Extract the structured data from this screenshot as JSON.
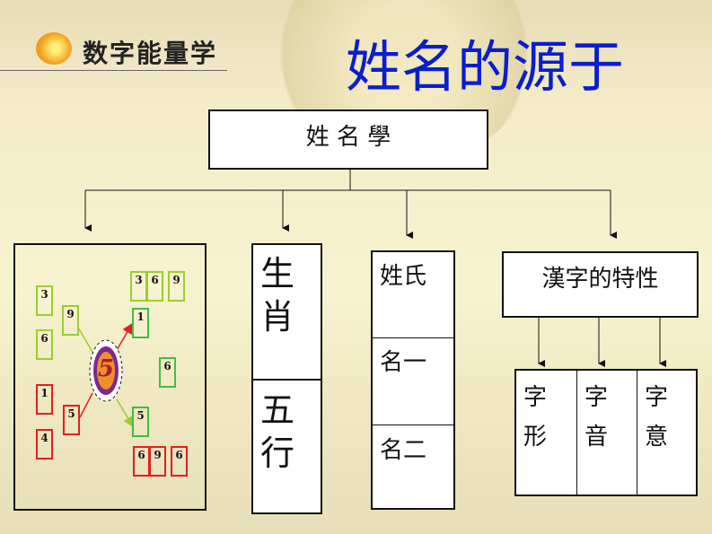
{
  "logo": {
    "text": "数字能量学"
  },
  "title": "姓名的源于",
  "root": {
    "label": "姓 名 學"
  },
  "diagram": {
    "center": "5",
    "left_green": [
      "3",
      "6",
      "9"
    ],
    "left_red": [
      "1",
      "4",
      "5"
    ],
    "top_group": [
      "3",
      "6",
      "9"
    ],
    "right_green": [
      "1",
      "6",
      "5"
    ],
    "bottom_group": [
      "6",
      "9",
      "6"
    ]
  },
  "zodiac": {
    "top": "生\n肖",
    "bottom": "五\n行"
  },
  "name_parts": [
    "姓氏",
    "名一",
    "名二"
  ],
  "hanzi": {
    "label": "漢字的特性",
    "items": [
      "字\n形",
      "字\n音",
      "字\n意"
    ]
  },
  "colors": {
    "title": "#0a1ecc",
    "green_light": "#9acd32",
    "green": "#44bb44",
    "red": "#e02020"
  }
}
